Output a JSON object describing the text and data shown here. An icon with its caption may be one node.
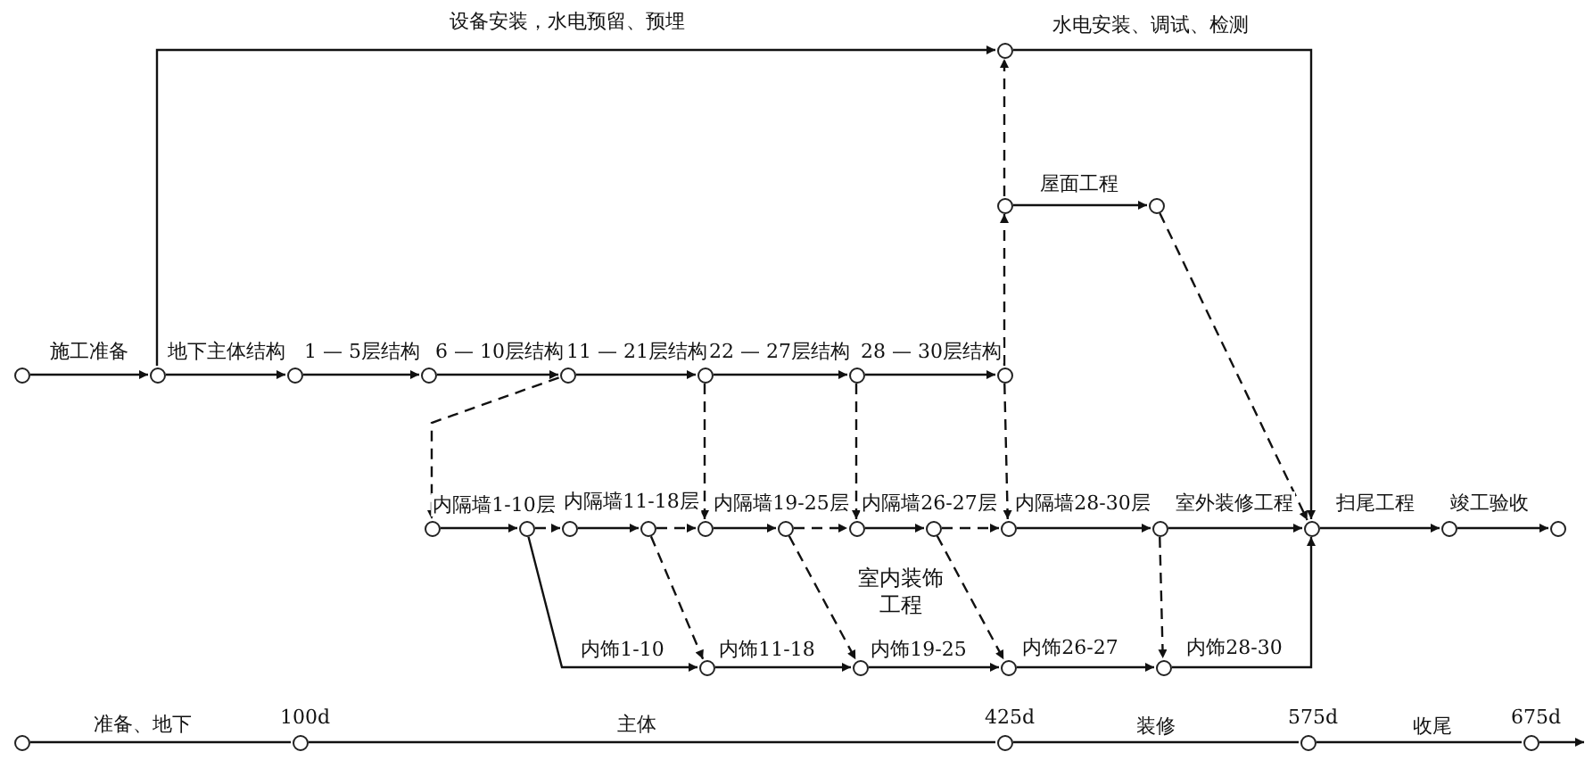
{
  "diagram": {
    "nodes": [
      {
        "text": [],
        "shape": "circle"
      },
      {
        "text": [],
        "shape": "circle"
      },
      {
        "text": [],
        "shape": "circle"
      },
      {
        "text": [],
        "shape": "circle"
      },
      {
        "text": [],
        "shape": "circle"
      },
      {
        "text": [],
        "shape": "circle"
      },
      {
        "text": [],
        "shape": "circle"
      },
      {
        "text": [],
        "shape": "circle"
      },
      {
        "text": [],
        "shape": "circle"
      },
      {
        "text": [],
        "shape": "circle"
      },
      {
        "text": [],
        "shape": "circle"
      },
      {
        "text": [],
        "shape": "circle"
      },
      {
        "text": [],
        "shape": "circle"
      },
      {
        "text": [],
        "shape": "circle"
      },
      {
        "text": [],
        "shape": "circle"
      },
      {
        "text": [],
        "shape": "circle"
      },
      {
        "text": [],
        "shape": "circle"
      },
      {
        "text": [],
        "shape": "circle"
      },
      {
        "text": [],
        "shape": "circle"
      },
      {
        "text": [],
        "shape": "circle"
      },
      {
        "text": [],
        "shape": "circle"
      },
      {
        "text": [],
        "shape": "circle"
      },
      {
        "text": [],
        "shape": "circle"
      },
      {
        "text": [],
        "shape": "circle"
      },
      {
        "text": [],
        "shape": "circle"
      },
      {
        "text": [],
        "shape": "circle"
      },
      {
        "text": [],
        "shape": "circle"
      },
      {
        "text": [],
        "shape": "circle"
      },
      {
        "text": [],
        "shape": "circle"
      },
      {
        "text": [],
        "shape": "circle",
        "beside": [
          "100d"
        ]
      },
      {
        "text": [],
        "shape": "circle",
        "beside": [
          "425d"
        ]
      },
      {
        "text": [],
        "shape": "circle",
        "beside": [
          "575d"
        ]
      },
      {
        "text": [],
        "shape": "circle",
        "beside": [
          "675d"
        ]
      }
    ],
    "edges": [
      {
        "from": 0,
        "to": 1,
        "arrow": "to",
        "label": "施工准备"
      },
      {
        "from": 1,
        "to": 2,
        "arrow": "to",
        "label": "地下主体结构"
      },
      {
        "from": 2,
        "to": 3,
        "arrow": "to",
        "label": "1 — 5层结构"
      },
      {
        "from": 3,
        "to": 4,
        "arrow": "to",
        "label": "6 — 10层结构"
      },
      {
        "from": 4,
        "to": 5,
        "arrow": "to",
        "label": "11 — 21层结构"
      },
      {
        "from": 5,
        "to": 6,
        "arrow": "to",
        "label": "22 — 27层结构"
      },
      {
        "from": 6,
        "to": 7,
        "arrow": "to",
        "label": "28 — 30层结构"
      },
      {
        "from": 1,
        "to": 8,
        "arrow": "to",
        "label": "设备安装，水电预留、预埋"
      },
      {
        "from": 8,
        "to": 21,
        "arrow": "to",
        "label": "水电安装、调试、检测"
      },
      {
        "from": 7,
        "to": 9,
        "arrow": "to",
        "style": "dashed"
      },
      {
        "from": 9,
        "to": 8,
        "arrow": "to",
        "style": "dashed"
      },
      {
        "from": 9,
        "to": 10,
        "arrow": "to",
        "label": "屋面工程"
      },
      {
        "from": 10,
        "to": 21,
        "arrow": "to",
        "style": "dashed"
      },
      {
        "from": 4,
        "to": 11,
        "arrow": "to",
        "style": "dashed"
      },
      {
        "from": 5,
        "to": 15,
        "arrow": "to",
        "style": "dashed"
      },
      {
        "from": 6,
        "to": 17,
        "arrow": "to",
        "style": "dashed"
      },
      {
        "from": 7,
        "to": 19,
        "arrow": "to",
        "style": "dashed"
      },
      {
        "from": 11,
        "to": 12,
        "arrow": "to",
        "label": "内隔墙1-10层"
      },
      {
        "from": 12,
        "to": 13,
        "arrow": "to",
        "style": "dashed"
      },
      {
        "from": 13,
        "to": 14,
        "arrow": "to",
        "label": "内隔墙11-18层"
      },
      {
        "from": 14,
        "to": 15,
        "arrow": "to",
        "style": "dashed"
      },
      {
        "from": 15,
        "to": 16,
        "arrow": "to",
        "label": "内隔墙19-25层"
      },
      {
        "from": 16,
        "to": 17,
        "arrow": "to",
        "style": "dashed"
      },
      {
        "from": 17,
        "to": 18,
        "arrow": "to",
        "label": "内隔墙26-27层"
      },
      {
        "from": 18,
        "to": 19,
        "arrow": "to",
        "style": "dashed"
      },
      {
        "from": 19,
        "to": 20,
        "arrow": "to",
        "label": "内隔墙28-30层"
      },
      {
        "from": 20,
        "to": 21,
        "arrow": "to",
        "label": "室外装修工程"
      },
      {
        "from": 21,
        "to": 22,
        "arrow": "to",
        "label": "扫尾工程"
      },
      {
        "from": 22,
        "to": 23,
        "arrow": "to",
        "label": "竣工验收"
      },
      {
        "from": 12,
        "to": 24,
        "arrow": "to",
        "label": "内饰1-10"
      },
      {
        "from": 14,
        "to": 24,
        "arrow": "to",
        "style": "dashed"
      },
      {
        "from": 16,
        "to": 25,
        "arrow": "to",
        "style": "dashed"
      },
      {
        "from": 18,
        "to": 26,
        "arrow": "to",
        "style": "dashed"
      },
      {
        "from": 20,
        "to": 27,
        "arrow": "to",
        "style": "dashed"
      },
      {
        "from": 24,
        "to": 25,
        "arrow": "to",
        "label": "内饰11-18"
      },
      {
        "from": 25,
        "to": 26,
        "arrow": "to",
        "label": "内饰19-25"
      },
      {
        "from": 26,
        "to": 27,
        "arrow": "to",
        "label": "内饰26-27"
      },
      {
        "from": 27,
        "to": 21,
        "arrow": "to",
        "label": "内饰28-30"
      },
      {
        "from": 28,
        "to": 29,
        "arrow": "none",
        "label": "准备、地下"
      },
      {
        "from": 29,
        "to": 30,
        "arrow": "none",
        "label": "主体"
      },
      {
        "from": 30,
        "to": 31,
        "arrow": "none",
        "label": "装修"
      },
      {
        "from": 31,
        "to": 32,
        "arrow": "none",
        "label": "收尾"
      },
      {
        "from": 32,
        "to": null,
        "arrow": "to"
      }
    ],
    "labels": [
      "室内装饰工程"
    ]
  }
}
